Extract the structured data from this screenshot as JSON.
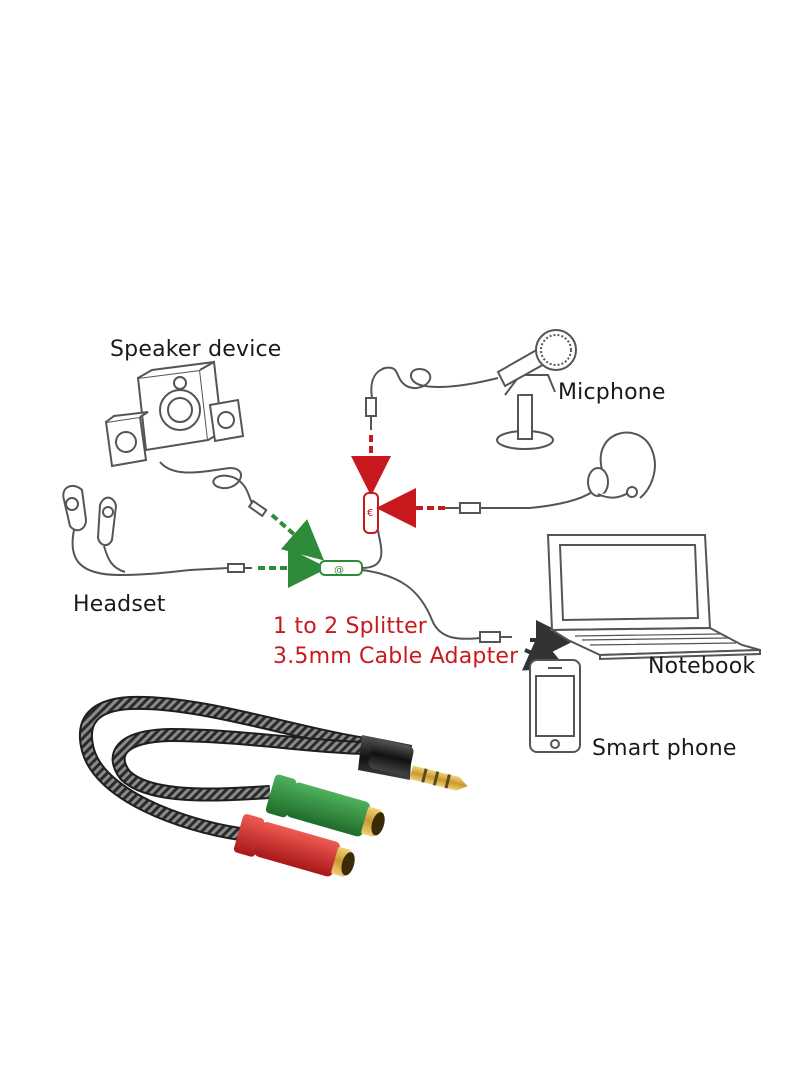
{
  "labels": {
    "speaker_device": "Speaker device",
    "microphone": "Micphone",
    "headset": "Headset",
    "splitter_line1": "1 to 2 Splitter",
    "splitter_line2": "3.5mm Cable Adapter",
    "notebook": "Notebook",
    "smart_phone": "Smart phone"
  },
  "colors": {
    "line": "#555555",
    "arrow_green": "#2e8b3a",
    "arrow_red": "#c8191e",
    "plug_green": "#2f8d3c",
    "plug_red": "#d52d2a",
    "cable": "#262626",
    "gold": "#d6a93a"
  },
  "icons": [
    "speaker-icon",
    "microphone-icon",
    "headset-icon",
    "earphones-icon",
    "laptop-icon",
    "smartphone-icon",
    "splitter-cable-icon"
  ]
}
